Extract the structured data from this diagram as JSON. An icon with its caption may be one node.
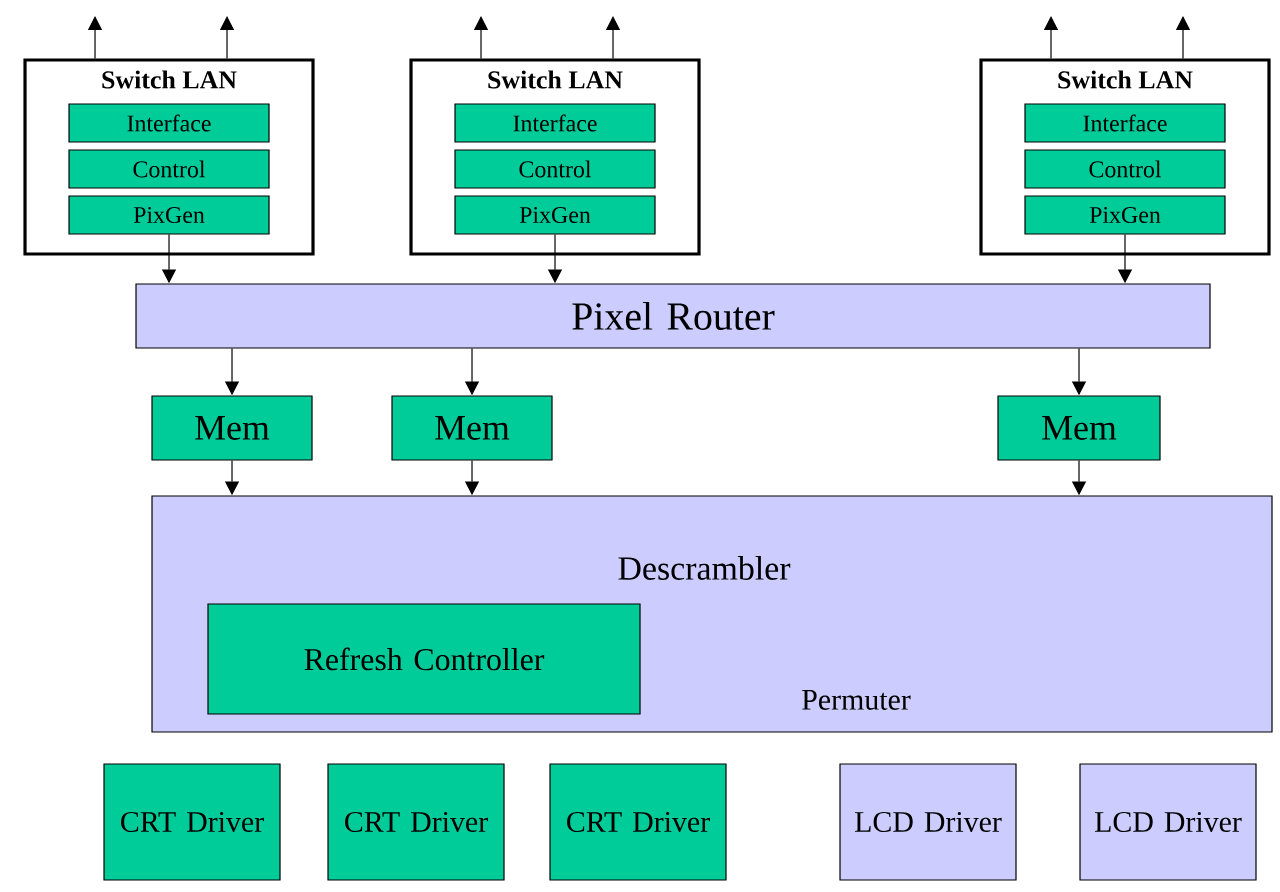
{
  "diagram": {
    "nodes": [
      {
        "text": [
          "Switch LAN"
        ]
      },
      {
        "text": [
          "Interface"
        ],
        "in": 0
      },
      {
        "text": [
          "Control"
        ],
        "in": 0
      },
      {
        "text": [
          "PixGen"
        ],
        "in": 0
      },
      {
        "text": [
          "Switch LAN"
        ]
      },
      {
        "text": [
          "Interface"
        ],
        "in": 4
      },
      {
        "text": [
          "Control"
        ],
        "in": 4
      },
      {
        "text": [
          "PixGen"
        ],
        "in": 4
      },
      {
        "text": [
          "Switch LAN"
        ]
      },
      {
        "text": [
          "Interface"
        ],
        "in": 8
      },
      {
        "text": [
          "Control"
        ],
        "in": 8
      },
      {
        "text": [
          "PixGen"
        ],
        "in": 8
      },
      {
        "text": [
          "Pixel Router"
        ]
      },
      {
        "text": [
          "Mem"
        ]
      },
      {
        "text": [
          "Mem"
        ]
      },
      {
        "text": [
          "Mem"
        ]
      },
      {
        "text": [
          "Descrambler",
          "Permuter"
        ]
      },
      {
        "text": [
          "Refresh Controller"
        ],
        "in": 16
      },
      {
        "text": [
          "CRT Driver"
        ]
      },
      {
        "text": [
          "CRT Driver"
        ]
      },
      {
        "text": [
          "CRT Driver"
        ]
      },
      {
        "text": [
          "LCD Driver"
        ]
      },
      {
        "text": [
          "LCD Driver"
        ]
      }
    ],
    "edges": [
      {
        "from": 0,
        "to": null,
        "arrow": "to"
      },
      {
        "from": 0,
        "to": null,
        "arrow": "to"
      },
      {
        "from": 4,
        "to": null,
        "arrow": "to"
      },
      {
        "from": 4,
        "to": null,
        "arrow": "to"
      },
      {
        "from": 8,
        "to": null,
        "arrow": "to"
      },
      {
        "from": 8,
        "to": null,
        "arrow": "to"
      },
      {
        "from": 3,
        "to": 12,
        "arrow": "to"
      },
      {
        "from": 7,
        "to": 12,
        "arrow": "to"
      },
      {
        "from": 11,
        "to": 12,
        "arrow": "to"
      },
      {
        "from": 12,
        "to": 13,
        "arrow": "to"
      },
      {
        "from": 12,
        "to": 14,
        "arrow": "to"
      },
      {
        "from": 12,
        "to": 15,
        "arrow": "to"
      },
      {
        "from": 13,
        "to": 16,
        "arrow": "to"
      },
      {
        "from": 14,
        "to": 16,
        "arrow": "to"
      },
      {
        "from": 15,
        "to": 16,
        "arrow": "to"
      }
    ]
  }
}
